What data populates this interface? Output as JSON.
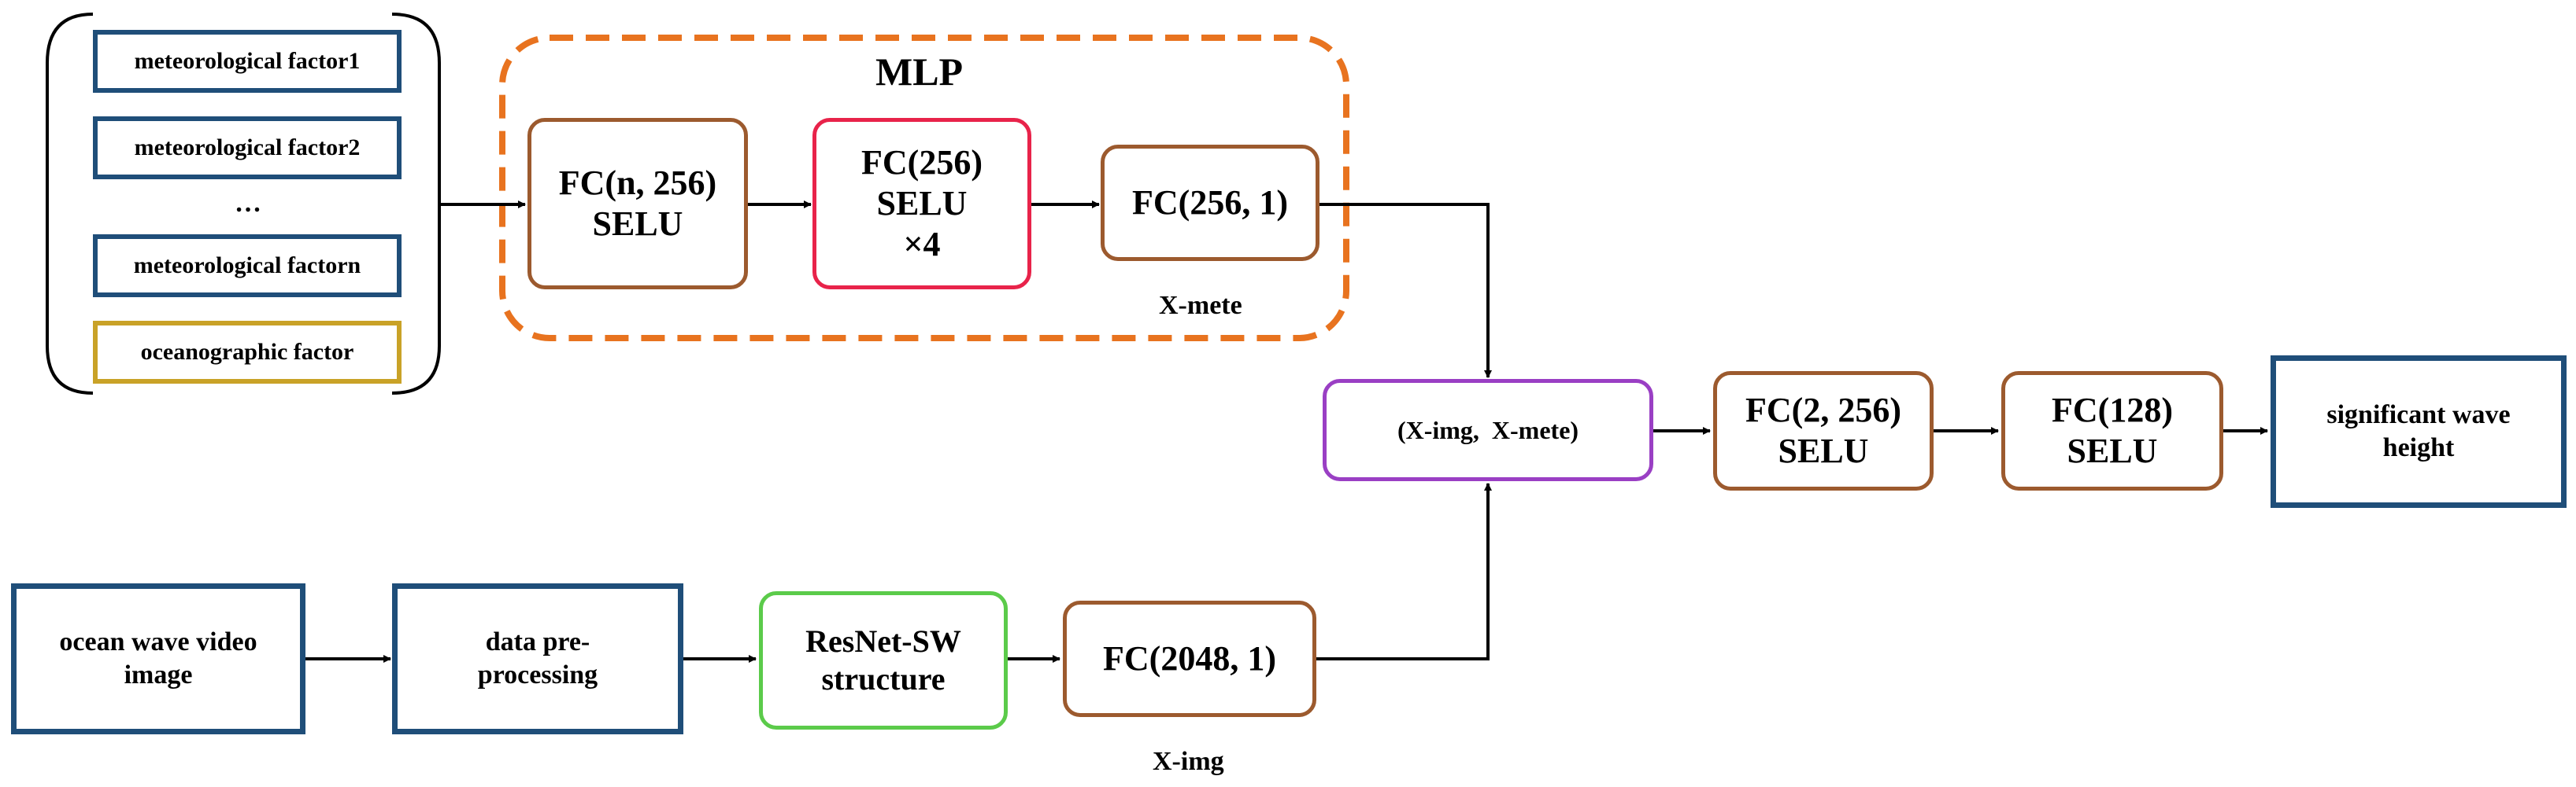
{
  "inputs": {
    "factor1": "meteorological factor1",
    "factor2": "meteorological factor2",
    "ellipsis": "…",
    "factorn": "meteorological factorn",
    "oceanographic": "oceanographic factor"
  },
  "mlp": {
    "title": "MLP",
    "fc1": "FC(n, 256)\nSELU",
    "fc2": "FC(256)\nSELU\n×4",
    "fc3": "FC(256, 1)",
    "output_label": "X-mete"
  },
  "image_branch": {
    "input": "ocean wave video\nimage",
    "preprocess": "data pre-\nprocessing",
    "resnet": "ResNet-SW\nstructure",
    "fc": "FC(2048, 1)",
    "output_label": "X-img"
  },
  "fusion": {
    "concat": "(X-img,  X-mete)",
    "fc1": "FC(2, 256)\nSELU",
    "fc2": "FC(128)\nSELU",
    "output": "significant wave\nheight"
  },
  "colors": {
    "navy": "#1F4E79",
    "brown": "#9C5A2E",
    "orange_dash": "#E8731F",
    "red": "#E8234A",
    "green": "#5BCB4A",
    "purple": "#9A3FC4",
    "gold": "#C9A227"
  }
}
